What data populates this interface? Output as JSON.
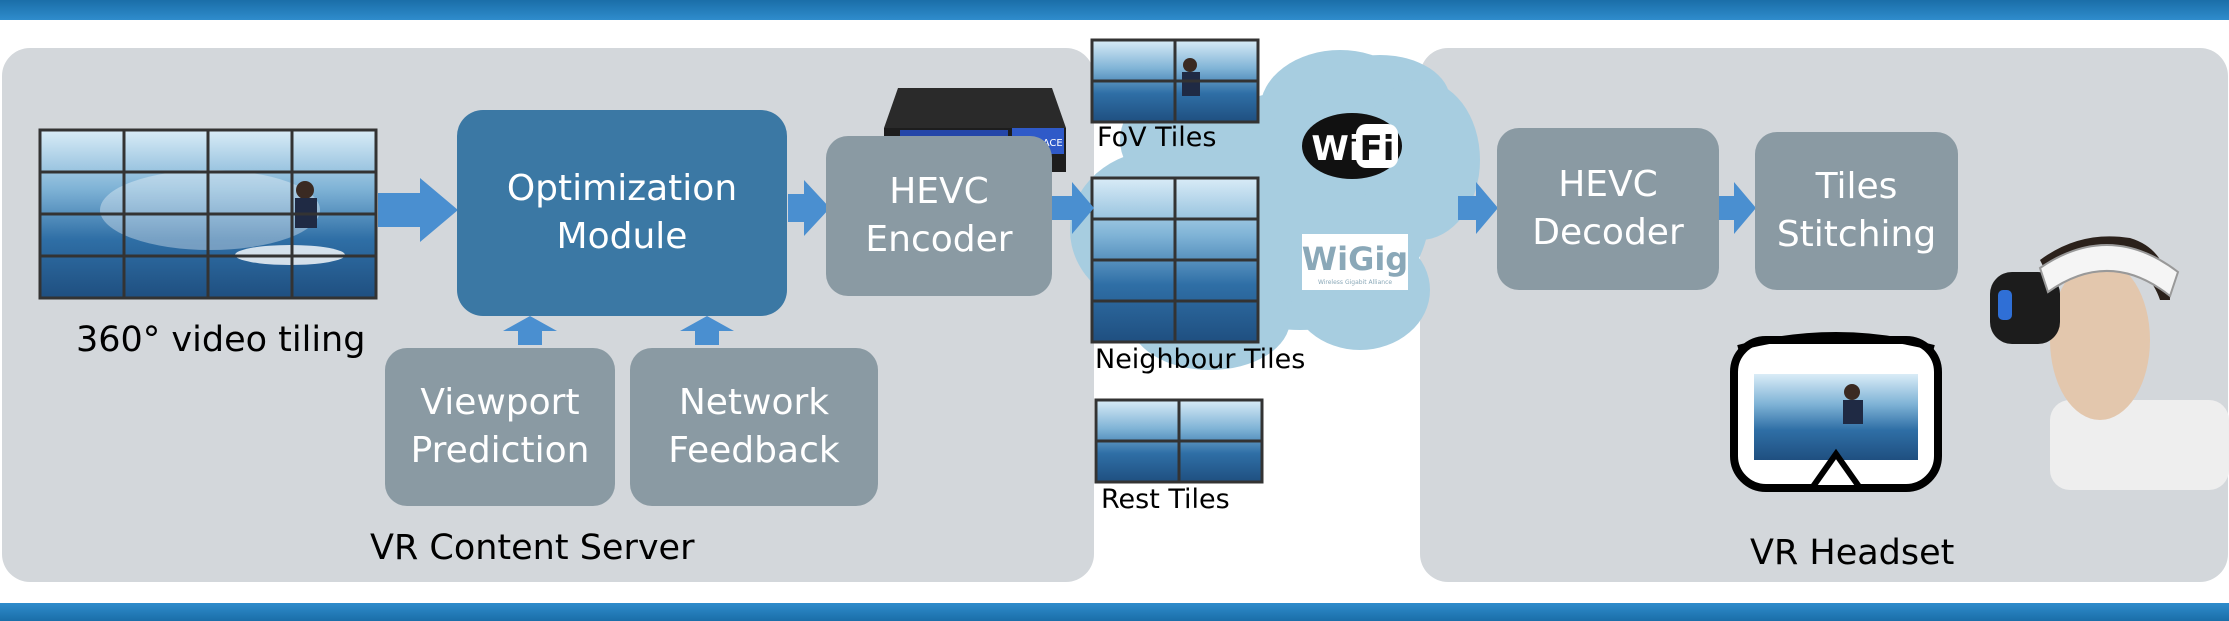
{
  "colors": {
    "band": "#1a6ea8",
    "panel": "#d3d7db",
    "box_gray": "#8a9aa3",
    "box_blue": "#3b78a4",
    "arrow": "#4a8fd0",
    "cloud": "#a7cde0"
  },
  "server": {
    "title": "VR Content Server",
    "tiling_label": "360° video tiling",
    "optimization": [
      "Optimization",
      "Module"
    ],
    "encoder": [
      "HEVC",
      "Encoder"
    ],
    "viewport": [
      "Viewport",
      "Prediction"
    ],
    "network": [
      "Network",
      "Feedback"
    ],
    "encoder_device": "encoder-hardware-image"
  },
  "network": {
    "fov_label": "FoV Tiles",
    "neighbour_label": "Neighbour Tiles",
    "rest_label": "Rest Tiles",
    "wifi_logo": "Wi Fi",
    "wigig_logo": "WiGig",
    "wigig_tagline": "Wireless Gigabit Alliance"
  },
  "headset": {
    "title": "VR Headset",
    "decoder": [
      "HEVC",
      "Decoder"
    ],
    "stitching": [
      "Tiles",
      "Stitching"
    ],
    "icons": [
      "vr-goggles-icon",
      "person-with-headset-image"
    ]
  }
}
